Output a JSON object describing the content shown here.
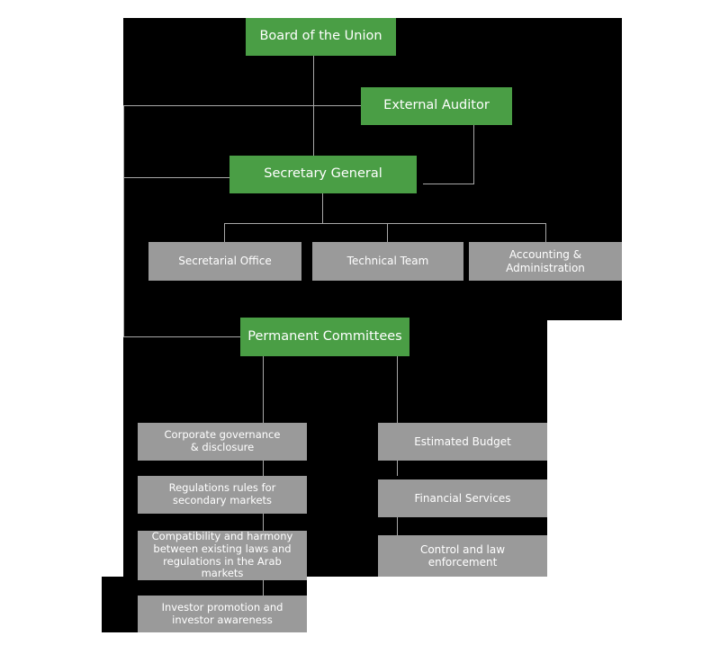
{
  "diagram": {
    "title": "Organizational structure chart",
    "colors": {
      "green_node": "#4a9e45",
      "gray_node": "#9a9a9a",
      "connector": "#a8a8a8",
      "background": "#000000",
      "text": "#ffffff"
    }
  },
  "nodes": {
    "board_of_the_union": "Board of the Union",
    "external_auditor": "External Auditor",
    "secretary_general": "Secretary General",
    "secretarial_office": "Secretarial Office",
    "technical_team": "Technical Team",
    "accounting_administration_line1": "Accounting &",
    "accounting_administration_line2": "Administration",
    "permanent_committees": "Permanent Committees",
    "corporate_governance_line1": "Corporate governance",
    "corporate_governance_line2": "& disclosure",
    "regulations_rules_line1": "Regulations rules for",
    "regulations_rules_line2": "secondary markets",
    "compatibility_line1": "Compatibility and harmony",
    "compatibility_line2": "between existing laws and",
    "compatibility_line3": "regulations in the  Arab markets",
    "investor_promotion_line1": "Investor promotion and",
    "investor_promotion_line2": "investor awareness",
    "estimated_budget": "Estimated Budget",
    "financial_services": "Financial Services",
    "control_law_line1": "Control and law",
    "control_law_line2": "enforcement"
  }
}
